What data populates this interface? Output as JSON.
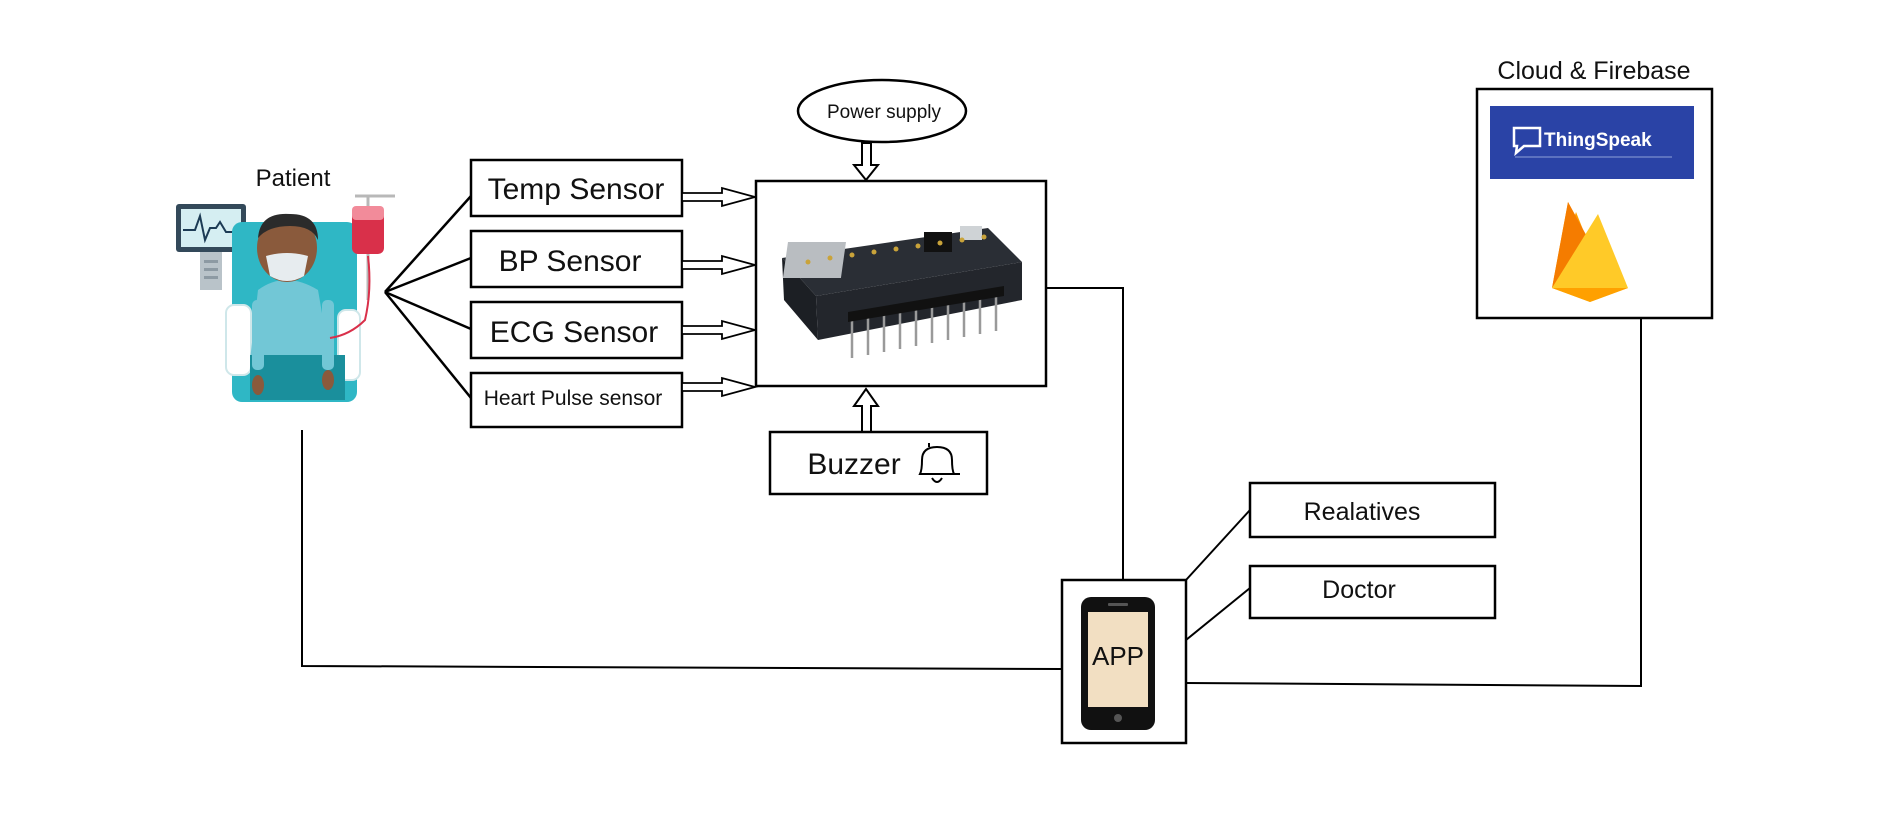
{
  "patient": {
    "label": "Patient"
  },
  "sensors": {
    "temp": "Temp Sensor",
    "bp": "BP Sensor",
    "ecg": "ECG Sensor",
    "pulse": "Heart Pulse sensor"
  },
  "power": {
    "label": "Power supply"
  },
  "buzzer": {
    "label": "Buzzer",
    "icon": "bell-icon"
  },
  "cloud": {
    "title": "Cloud & Firebase",
    "thingspeak": "ThingSpeak",
    "thingspeak_color": "#2a43a6",
    "firebase_icon": "firebase-flame-icon"
  },
  "app": {
    "label": "APP",
    "screen_color": "#f2dfc2"
  },
  "recipients": {
    "relatives": "Realatives",
    "doctor": "Doctor"
  },
  "controller": {
    "icon": "nodemcu-board-icon"
  }
}
